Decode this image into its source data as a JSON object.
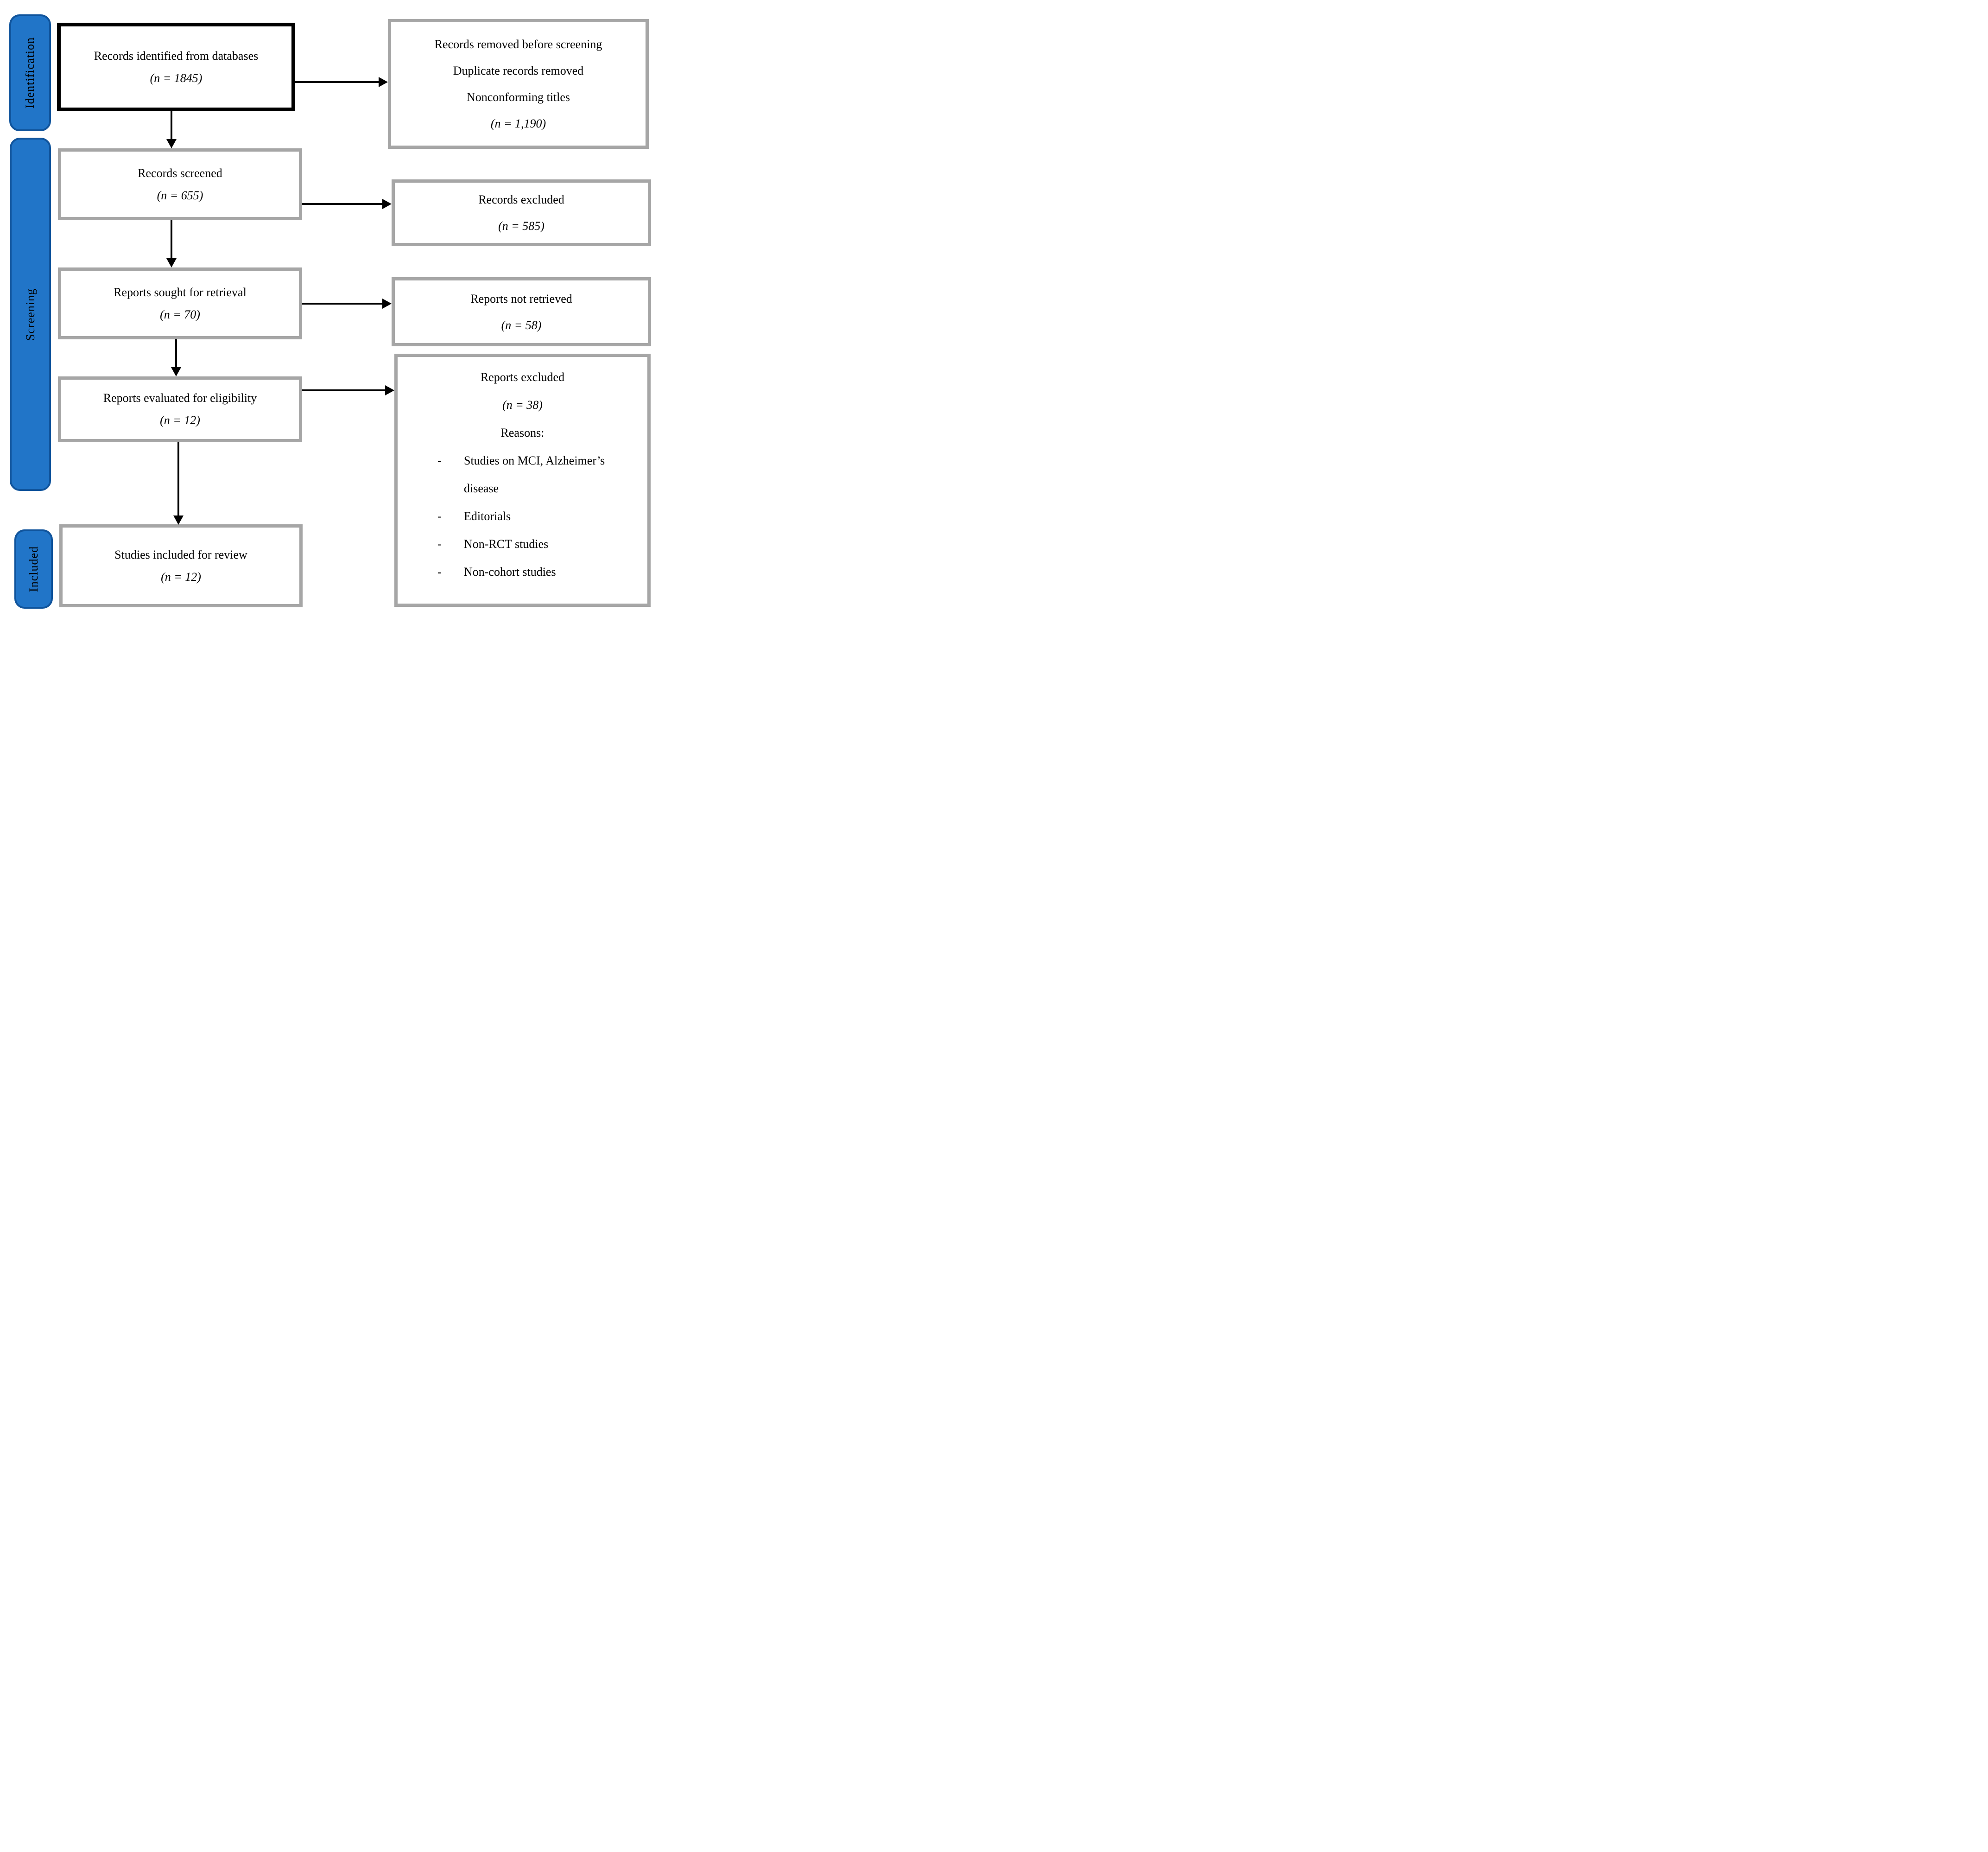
{
  "colors": {
    "tab_fill": "#2175C8",
    "tab_border": "#10549C",
    "box_border_gray": "#A6A6A6",
    "box_border_black": "#000000",
    "arrow": "#000000"
  },
  "stages": [
    {
      "id": "identification",
      "label": "Identification"
    },
    {
      "id": "screening",
      "label": "Screening"
    },
    {
      "id": "included",
      "label": "Included"
    }
  ],
  "left_boxes": [
    {
      "title": "Records identified from databases",
      "count": "(n = 1845)"
    },
    {
      "title": "Records screened",
      "count": "(n = 655)"
    },
    {
      "title": "Reports sought for retrieval",
      "count": "(n = 70)"
    },
    {
      "title": "Reports evaluated for eligibility",
      "count": "(n = 12)"
    },
    {
      "title": "Studies included for review",
      "count": "(n = 12)"
    }
  ],
  "right_boxes": [
    {
      "lines": [
        "Records removed before screening",
        "Duplicate records removed",
        "Nonconforming titles",
        "(n = 1,190)"
      ]
    },
    {
      "title": "Records excluded",
      "count": "(n = 585)"
    },
    {
      "title": "Reports not retrieved",
      "count": "(n = 58)"
    },
    {
      "title": "Reports excluded",
      "count": "(n = 38)",
      "reasons_label": "Reasons:",
      "bullets": [
        {
          "marker": "-",
          "text": "Studies on MCI, Alzheimer’s disease"
        },
        {
          "marker": "-",
          "text": "Editorials"
        },
        {
          "marker": "-",
          "text": "Non-RCT studies"
        },
        {
          "marker": "-",
          "text": "Non-cohort studies"
        }
      ]
    }
  ]
}
